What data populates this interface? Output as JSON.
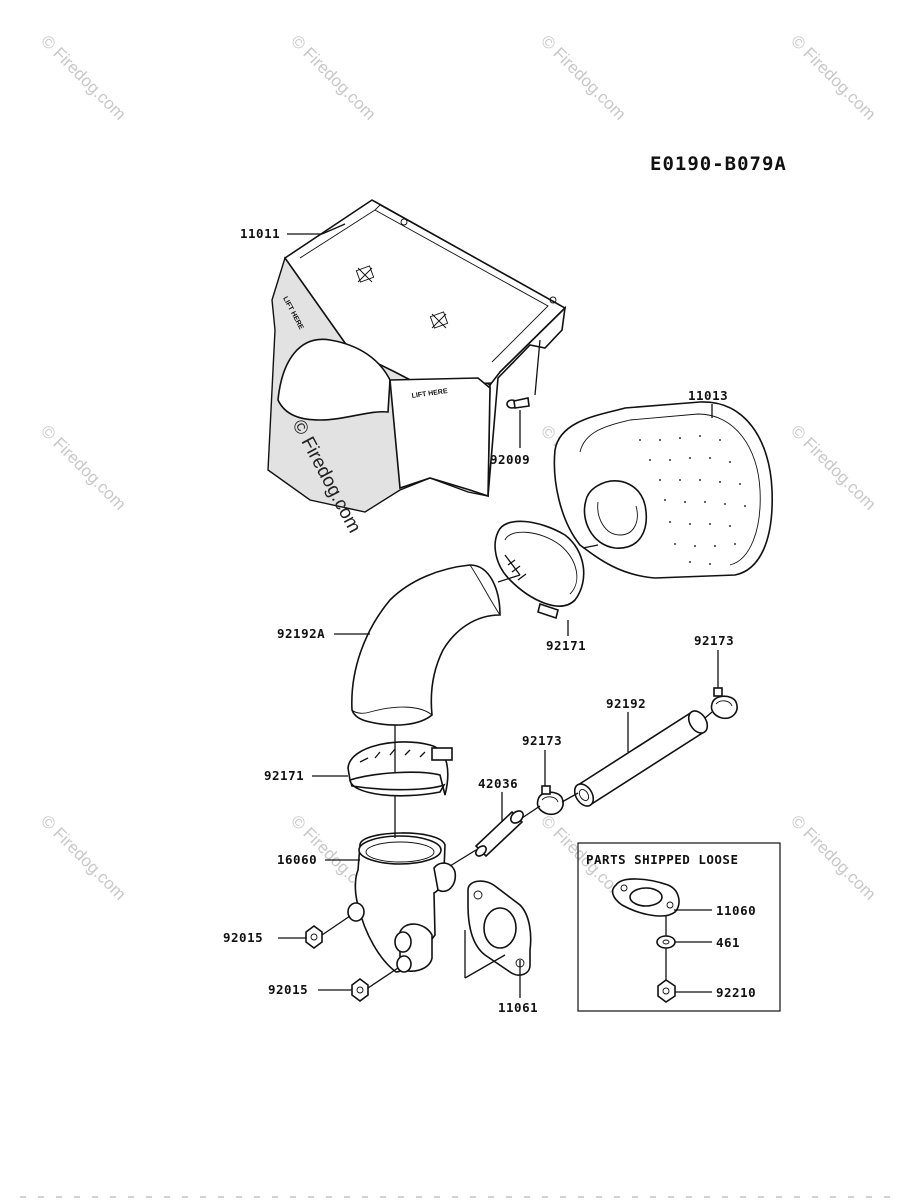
{
  "diagram_code": "E0190-B079A",
  "watermark": "© Firedog.com",
  "box_title": "PARTS SHIPPED LOOSE",
  "housing_embossed_text": "LIFT HERE",
  "parts": {
    "air_cleaner_housing": "11011",
    "filter_element": "11013",
    "screw": "92009",
    "clamp_upper": "92171",
    "clamp_lower": "92171",
    "hose_elbow": "92192A",
    "breather_hose": "92192",
    "clip_right": "92173",
    "clip_left": "92173",
    "pipe": "42036",
    "intake_elbow": "16060",
    "nut_upper": "92015",
    "nut_lower": "92015",
    "gasket": "11061",
    "loose_gasket": "11060",
    "washer": "461",
    "nut_loose": "92210"
  }
}
